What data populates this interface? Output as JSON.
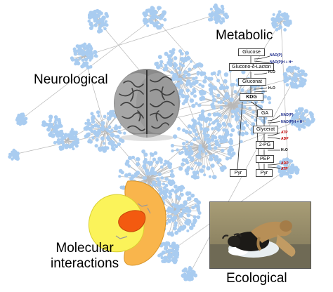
{
  "labels": {
    "metabolic": "Metabolic",
    "neurological": "Neurological",
    "molecular_line1": "Molecular",
    "molecular_line2": "interactions",
    "ecological": "Ecological"
  },
  "pathway": {
    "glucose": "Glucose",
    "gluconolacton": "Glucono-δ-Lacton",
    "gluconat": "Gluconat",
    "kdg": "KDG",
    "ga": "GA",
    "glycerat": "Glycerat",
    "pg": "2-PG",
    "pep": "PEP",
    "pyr_left": "Pyr",
    "pyr_right": "Pyr"
  },
  "cofactors": {
    "nadp1": "NAD(P)",
    "nadph1": "NAD(P)H + H⁺",
    "h2o1": "H₂O",
    "h2o2": "H₂O",
    "nadp2": "NAD(P)",
    "nadph2": "NAD(P)H + H⁺",
    "atp1": "ATP",
    "adp1": "ADP",
    "h2o3": "H₂O",
    "adp2": "ADP",
    "atp2": "ATP"
  },
  "colors": {
    "node": "#a9ccf0",
    "edge": "#b8b8b8",
    "yellow_protein": "#fbf35a",
    "orange_protein": "#f9b54c",
    "ligand": "#f35a10",
    "brain": "#8f8f8f"
  },
  "icons": [
    "brain-image",
    "protein-complex-image",
    "lion-buffalo-photo"
  ]
}
